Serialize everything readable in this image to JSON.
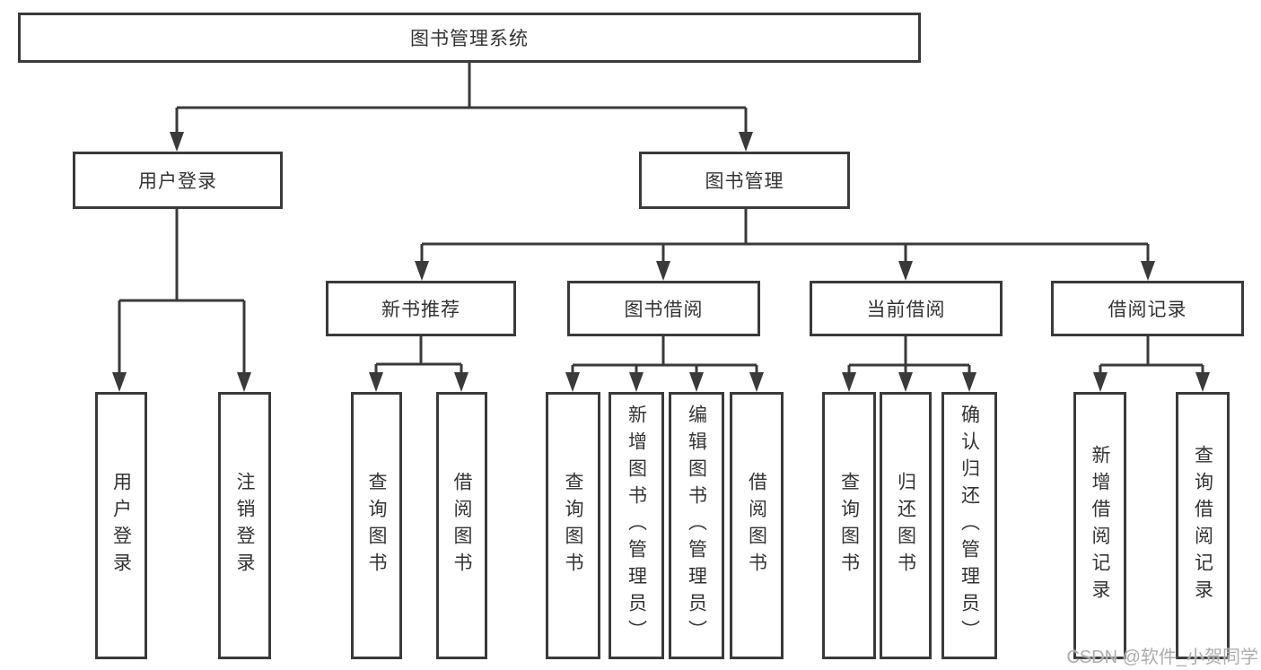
{
  "colors": {
    "line": "#3a3a3a",
    "text": "#333333",
    "watermark": "#adadad",
    "background": "#ffffff"
  },
  "watermark": "CSDN @软件_小贺同学",
  "tree": {
    "root": "图书管理系统",
    "user_login": {
      "label": "用户登录",
      "children": [
        "用户登录",
        "注销登录"
      ]
    },
    "book_management": {
      "label": "图书管理",
      "children": [
        {
          "label": "新书推荐",
          "children": [
            "查询图书",
            "借阅图书"
          ]
        },
        {
          "label": "图书借阅",
          "children": [
            "查询图书",
            "新增图书（管理员）",
            "编辑图书（管理员）",
            "借阅图书"
          ]
        },
        {
          "label": "当前借阅",
          "children": [
            "查询图书",
            "归还图书",
            "确认归还（管理员）"
          ]
        },
        {
          "label": "借阅记录",
          "children": [
            "新增借阅记录",
            "查询借阅记录"
          ]
        }
      ]
    }
  }
}
